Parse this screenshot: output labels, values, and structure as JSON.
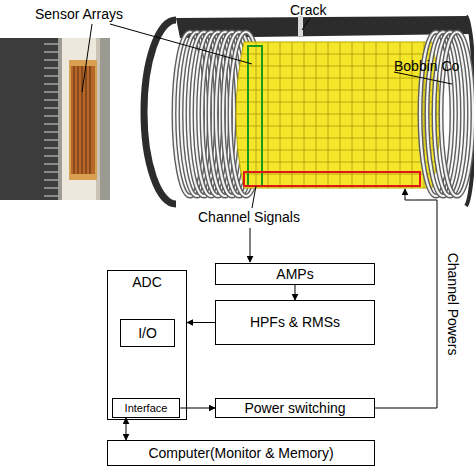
{
  "diagram": {
    "nodes": [
      {
        "text": [
          "ADC"
        ]
      },
      {
        "text": [
          "I/O"
        ],
        "in": 0
      },
      {
        "text": [
          "Interface"
        ],
        "in": 0
      },
      {
        "text": [
          "AMPs"
        ]
      },
      {
        "text": [
          "HPFs & RMSs"
        ]
      },
      {
        "text": [
          "Power switching"
        ]
      },
      {
        "text": [
          "Computer(Monitor & Memory)"
        ]
      }
    ],
    "edges": [
      {
        "from": 3,
        "to": 4,
        "arrow": "to"
      },
      {
        "from": 4,
        "to": 0,
        "arrow": "to"
      },
      {
        "from": 2,
        "to": 5,
        "arrow": "to"
      },
      {
        "from": 2,
        "to": 6,
        "arrow": "both"
      }
    ],
    "labels": [
      "Sensor Arrays",
      "Crack",
      "Bobbin Co",
      "Channel Signals",
      "Channel Powers"
    ]
  }
}
